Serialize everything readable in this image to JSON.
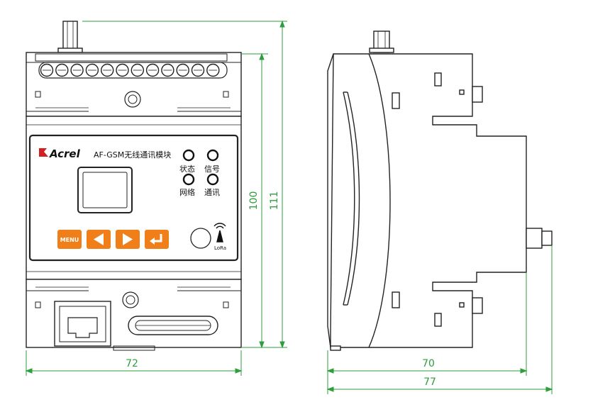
{
  "front": {
    "brand": "Acrel",
    "model": "AF-GSM无线通讯模块",
    "indicators": [
      "状态",
      "信号",
      "网络",
      "通讯"
    ],
    "buttons": {
      "menu": "MENU",
      "left": "◀",
      "right": "▶",
      "enter": "↵"
    },
    "lora": "LoRa"
  },
  "dimensions": {
    "front_width": "72",
    "front_height_inner": "100",
    "front_height_outer": "111",
    "side_depth_inner": "70",
    "side_depth_outer": "77"
  },
  "colors": {
    "outline": "#222222",
    "dimension": "#2e9e3e",
    "button": "#f07f1a",
    "panel_bg": "#ffffff",
    "brand_red": "#d21f1f"
  }
}
